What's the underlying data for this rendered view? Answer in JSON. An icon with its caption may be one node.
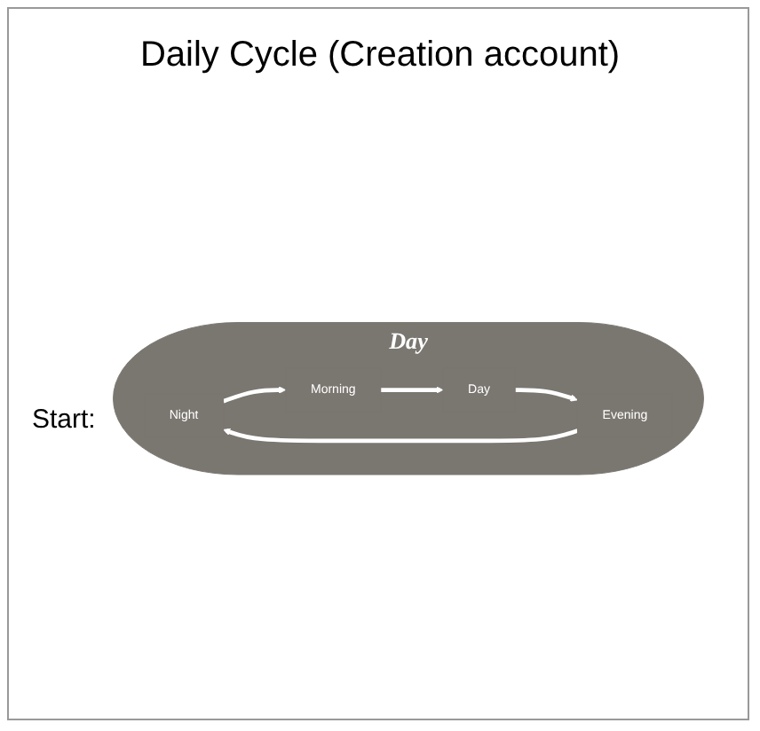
{
  "diagram": {
    "title": "Daily Cycle (Creation account)",
    "nodes": [
      {
        "text": [
          "Day"
        ]
      },
      {
        "text": [
          "Night"
        ],
        "in": 0
      },
      {
        "text": [
          "Morning"
        ],
        "in": 0
      },
      {
        "text": [
          "Day"
        ],
        "in": 0
      },
      {
        "text": [
          "Evening"
        ],
        "in": 0
      }
    ],
    "edges": [
      {
        "from": 4,
        "to": 1,
        "arrow": "to"
      },
      {
        "from": 1,
        "to": 2,
        "arrow": "to"
      },
      {
        "from": 2,
        "to": 3,
        "arrow": "to"
      },
      {
        "from": 3,
        "to": 4,
        "arrow": "to"
      }
    ],
    "labels": [
      "Start:"
    ]
  }
}
